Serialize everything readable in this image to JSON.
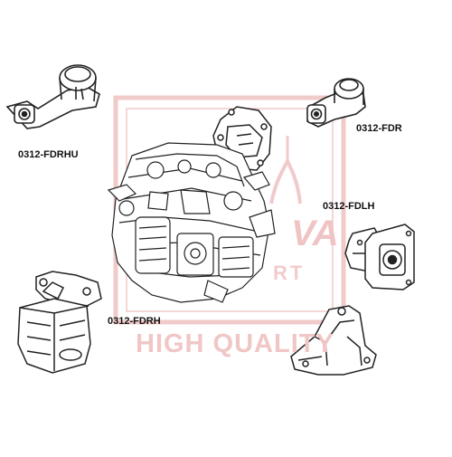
{
  "parts": [
    {
      "id": "top-left-mount",
      "part_number": "0312-FDRHU"
    },
    {
      "id": "top-right-mount",
      "part_number": "0312-FDR"
    },
    {
      "id": "right-mount",
      "part_number": "0312-FDLH"
    },
    {
      "id": "bottom-left-mount",
      "part_number": "0312-FDRH"
    }
  ],
  "watermark": {
    "brand_fragment": "VA",
    "sub_fragment": "RT",
    "tagline": "HIGH QUALITY",
    "color": "#e9a9a9"
  }
}
